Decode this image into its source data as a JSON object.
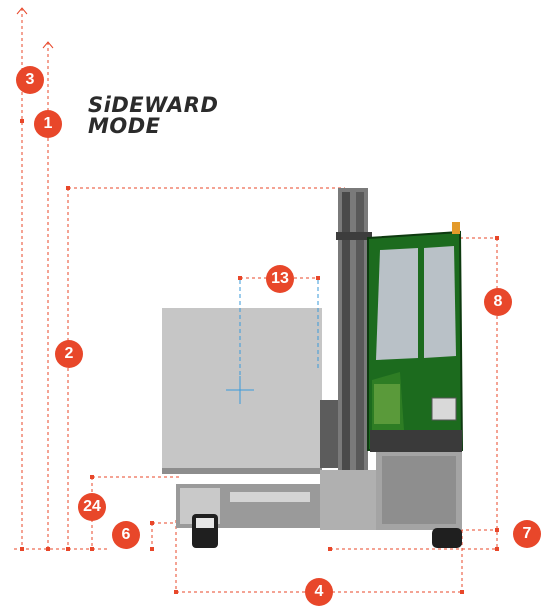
{
  "title": {
    "line1": "SiDEWARD",
    "line2": "MODE"
  },
  "colors": {
    "accent": "#e8472a",
    "cab_green": "#1c6b1e",
    "load_gray": "#c6c6c6",
    "guide_blue": "#3a9ad9"
  },
  "callouts": [
    {
      "id": "1",
      "label": "1"
    },
    {
      "id": "2",
      "label": "2"
    },
    {
      "id": "3",
      "label": "3"
    },
    {
      "id": "4",
      "label": "4"
    },
    {
      "id": "6",
      "label": "6"
    },
    {
      "id": "7",
      "label": "7"
    },
    {
      "id": "8",
      "label": "8"
    },
    {
      "id": "13",
      "label": "13"
    },
    {
      "id": "24",
      "label": "24"
    }
  ],
  "icons": {
    "arrow": "up-arrow-icon",
    "crosshair": "center-of-gravity-icon"
  }
}
